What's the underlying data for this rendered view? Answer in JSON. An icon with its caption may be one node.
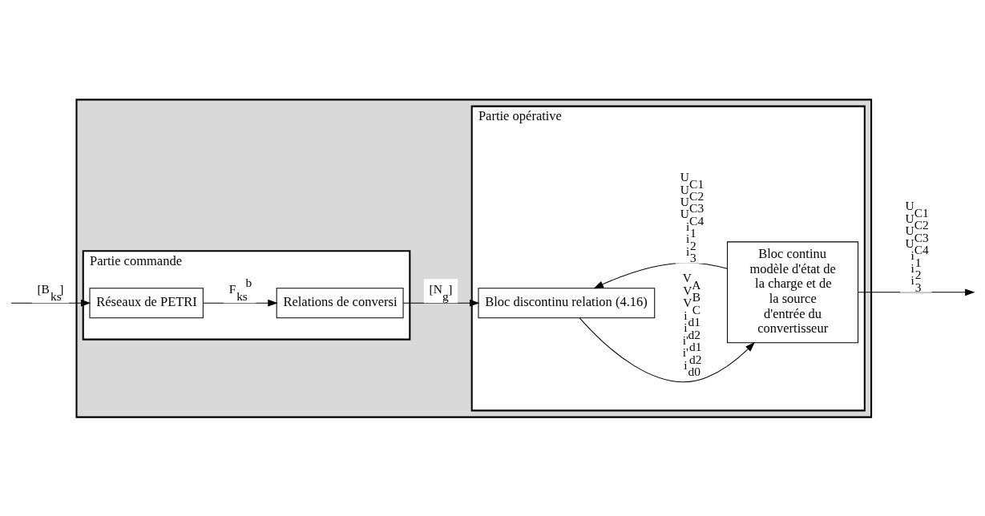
{
  "diagram": {
    "nodes": [
      {
        "text": [],
        "shape": "box"
      },
      {
        "text": [
          "Partie commande"
        ],
        "in": 0
      },
      {
        "text": [
          "Réseaux de PETRI"
        ],
        "in": 1
      },
      {
        "text": [
          "Relations de conversi"
        ],
        "in": 1
      },
      {
        "text": [
          "Partie opérative"
        ],
        "in": 0
      },
      {
        "text": [
          "Bloc discontinu relation (4.16)"
        ],
        "in": 4
      },
      {
        "text": [
          "Bloc continu modèle d'état de la charge et de la source d'entrée du convertisseur"
        ],
        "in": 4
      }
    ],
    "edges": [
      {
        "from": null,
        "to": 2,
        "arrow": "to",
        "label": "[B$_{ks}$]"
      },
      {
        "from": 2,
        "to": 3,
        "arrow": "to",
        "label": "F$_{ks}$$^{b}$"
      },
      {
        "from": 3,
        "to": 5,
        "arrow": "to",
        "label": "[N$_{g}$]"
      },
      {
        "from": 5,
        "to": 6,
        "arrow": "to",
        "label": "V$_{A}$ V$_{B}$ V$_{C}$ i$_{d1}$ i$_{d2}$ i'$_{d1}$ i'$_{d2}$ i$_{d0}$"
      },
      {
        "from": 6,
        "to": 5,
        "arrow": "to",
        "label": "U$_{C1}$ U$_{C2}$ U$_{C3}$ U$_{C4}$ i$_{1}$ i$_{2}$ i$_{3}$"
      },
      {
        "from": 6,
        "to": null,
        "arrow": "to",
        "label": "U$_{C1}$ U$_{C2}$ U$_{C3}$ U$_{C4}$ i$_{1}$ i$_{2}$ i$_{3}$"
      }
    ]
  }
}
